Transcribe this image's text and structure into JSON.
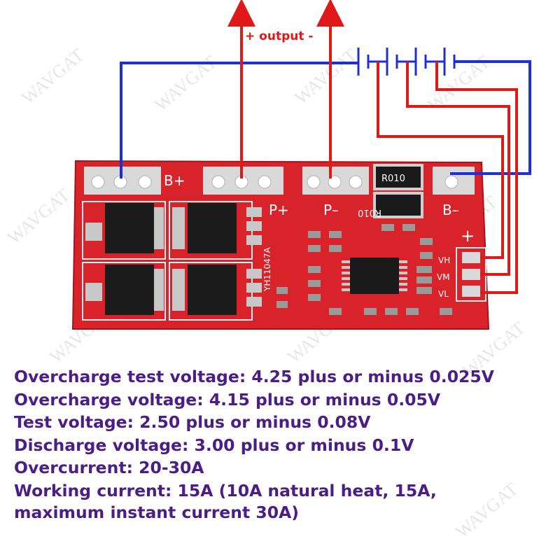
{
  "image": {
    "watermark": "WAVGAT",
    "output_label": "+ output -",
    "pcb_labels": {
      "b_plus": "B+",
      "p_plus": "P+",
      "p_minus": "P–",
      "b_minus": "B–",
      "plus": "+",
      "vh": "VH",
      "vm": "VM",
      "vl": "VL",
      "board_id": "YH11047A",
      "resistor_1": "R010",
      "resistor_2": "R010"
    },
    "colors": {
      "pcb": "#d8232a",
      "wire_blue": "#1f2fd8",
      "wire_red": "#e01818",
      "text_purple": "#4b1d86",
      "output_text": "#e01818"
    }
  },
  "specs": [
    "Overcharge test voltage: 4.25 plus or minus 0.025V",
    "Overcharge voltage: 4.15 plus or minus 0.05V",
    "Test voltage: 2.50 plus or minus 0.08V",
    "Discharge voltage: 3.00 plus or minus 0.1V",
    "Overcurrent: 20-30A",
    "Working current: 15A (10A natural heat, 15A,",
    "maximum instant current 30A)"
  ]
}
